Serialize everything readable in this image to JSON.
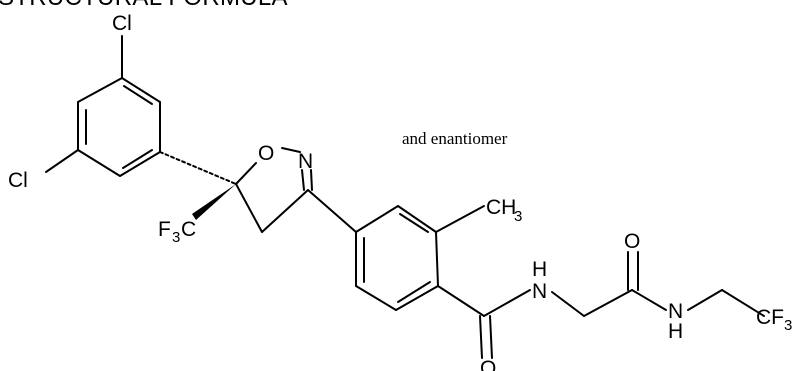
{
  "heading": "STRUCTURAL FORMULA",
  "note": "and enantiomer",
  "atoms": {
    "cl_top": "Cl",
    "cl_left": "Cl",
    "ring_o": "O",
    "ring_n": "N",
    "cf3_left_main": "F",
    "cf3_left_sub": "3",
    "cf3_left_tail": "C",
    "ch3_main": "CH",
    "ch3_sub": "3",
    "amide_n1": "N",
    "amide_h1": "H",
    "amide_o1": "O",
    "amide_o2": "O",
    "amide_n2": "N",
    "amide_h2": "H",
    "cf3_right_main": "CF",
    "cf3_right_sub": "3"
  }
}
